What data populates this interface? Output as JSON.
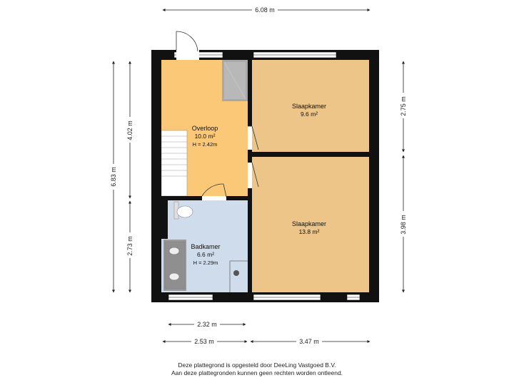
{
  "dimensions": {
    "top_width": "6.08 m",
    "left_total": "6.83 m",
    "left_upper": "4.02 m",
    "left_lower": "2.73 m",
    "right_upper": "2.75 m",
    "right_lower": "3.98 m",
    "bottom_inner": "2.32 m",
    "bottom_left": "2.53 m",
    "bottom_right": "3.47 m"
  },
  "rooms": {
    "overloop": {
      "name": "Overloop",
      "area": "10.0 m²",
      "height": "H = 2.42m"
    },
    "slaapkamer_top": {
      "name": "Slaapkamer",
      "area": "9.6 m²"
    },
    "slaapkamer_bottom": {
      "name": "Slaapkamer",
      "area": "13.8 m²"
    },
    "badkamer": {
      "name": "Badkamer",
      "area": "6.6 m²",
      "height": "H = 2.29m"
    }
  },
  "colors": {
    "overloop": "#fbc878",
    "slaapkamer": "#edc588",
    "badkamer": "#cfdceb",
    "wall": "#111111"
  },
  "footer": {
    "line1": "Deze plattegrond is opgesteld door DeeLing Vastgoed B.V.",
    "line2": "Aan deze plattegronden kunnen geen rechten worden ontleend."
  }
}
